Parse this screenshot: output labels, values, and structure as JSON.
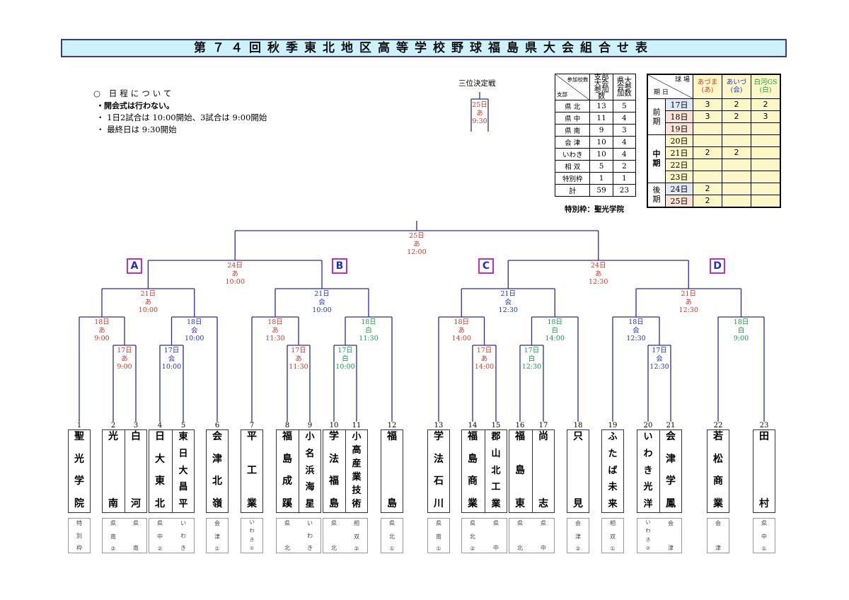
{
  "title": "第７４回秋季東北地区高等学校野球福島県大会組合せ表",
  "notes": {
    "heading": "○ 日程について",
    "items": [
      "・開会式は行わない。",
      "・ 1日2試合は 10:00開始、3試合は 9:00開始",
      "・ 最終日は 9:30開始"
    ]
  },
  "third_place": {
    "label": "三位決定戦",
    "day": "25日",
    "venue": "あ",
    "time": "9:30"
  },
  "participants": {
    "hdr_top": "参加校数",
    "hdr_left": "支部",
    "hdr2": "支部大会参加数",
    "hdr3": "県大会参加数",
    "rows": [
      {
        "name": "県 北",
        "schools": "13",
        "pref": "5"
      },
      {
        "name": "県 中",
        "schools": "11",
        "pref": "4"
      },
      {
        "name": "県 南",
        "schools": "9",
        "pref": "3"
      },
      {
        "name": "会 津",
        "schools": "10",
        "pref": "4"
      },
      {
        "name": "いわき",
        "schools": "10",
        "pref": "4"
      },
      {
        "name": "相 双",
        "schools": "5",
        "pref": "2"
      },
      {
        "name": "特別枠",
        "schools": "1",
        "pref": "1"
      }
    ],
    "total": {
      "name": "計",
      "schools": "59",
      "pref": "23"
    },
    "footnote": "特別枠：聖光学院"
  },
  "venues": {
    "hdr_top": "球 場",
    "hdr_left": "期 日",
    "cols": [
      {
        "name": "あづま",
        "abbr": "(あ)"
      },
      {
        "name": "あいづ",
        "abbr": "(会)"
      },
      {
        "name": "白河GS",
        "abbr": "(白)"
      }
    ],
    "periods": [
      {
        "name": "前期",
        "rows": [
          {
            "day": "17日",
            "v": [
              "3",
              "2",
              "2"
            ]
          },
          {
            "day": "18日",
            "v": [
              "3",
              "2",
              "3"
            ]
          },
          {
            "day": "19日",
            "v": [
              "",
              "",
              ""
            ]
          }
        ]
      },
      {
        "name": "中期",
        "rows": [
          {
            "day": "20日",
            "v": [
              "",
              "",
              ""
            ]
          },
          {
            "day": "21日",
            "v": [
              "2",
              "2",
              ""
            ]
          },
          {
            "day": "22日",
            "v": [
              "",
              "",
              ""
            ]
          },
          {
            "day": "23日",
            "v": [
              "",
              "",
              ""
            ]
          }
        ]
      },
      {
        "name": "後期",
        "rows": [
          {
            "day": "24日",
            "v": [
              "2",
              "",
              ""
            ]
          },
          {
            "day": "25日",
            "v": [
              "2",
              "",
              ""
            ]
          }
        ]
      }
    ]
  },
  "blocks": [
    "A",
    "B",
    "C",
    "D"
  ],
  "teams": [
    {
      "no": "1",
      "name": "聖光学院",
      "region": "特別枠"
    },
    {
      "no": "2",
      "name": "光南",
      "region": "県南②"
    },
    {
      "no": "3",
      "name": "白河",
      "region": "県南"
    },
    {
      "no": "4",
      "name": "日大東北",
      "region": "県中②"
    },
    {
      "no": "5",
      "name": "東日大昌平",
      "region": "いわき"
    },
    {
      "no": "6",
      "name": "会津北嶺",
      "region": "会津①"
    },
    {
      "no": "7",
      "name": "平工業",
      "region": "いわき①"
    },
    {
      "no": "8",
      "name": "福島成蹊",
      "region": "県北"
    },
    {
      "no": "9",
      "name": "小名浜海星",
      "region": "いわき"
    },
    {
      "no": "10",
      "name": "学法福島",
      "region": "県北"
    },
    {
      "no": "11",
      "name": "小高産業技術",
      "region": "相双②"
    },
    {
      "no": "12",
      "name": "福島",
      "region": "県北①"
    },
    {
      "no": "13",
      "name": "学法石川",
      "region": "県南①"
    },
    {
      "no": "14",
      "name": "福島商業",
      "region": "県北②"
    },
    {
      "no": "15",
      "name": "郡山北工業",
      "region": "県中"
    },
    {
      "no": "16",
      "name": "福島東",
      "region": "県北"
    },
    {
      "no": "17",
      "name": "尚志",
      "region": "県中"
    },
    {
      "no": "18",
      "name": "只見",
      "region": "会津②"
    },
    {
      "no": "19",
      "name": "ふたば未来",
      "region": "相双①"
    },
    {
      "no": "20",
      "name": "いわき光洋",
      "region": "いわき②"
    },
    {
      "no": "21",
      "name": "会津学鳳",
      "region": "会津"
    },
    {
      "no": "22",
      "name": "若松商業",
      "region": "会津"
    },
    {
      "no": "23",
      "name": "田村",
      "region": "県中①"
    }
  ],
  "games": [
    {
      "id": "g1",
      "day": "17日",
      "venue": "あ",
      "time": "9:00",
      "color": "red"
    },
    {
      "id": "g2",
      "day": "17日",
      "venue": "会",
      "time": "10:00",
      "color": "blue"
    },
    {
      "id": "g3",
      "day": "17日",
      "venue": "あ",
      "time": "11:30",
      "color": "red"
    },
    {
      "id": "g4",
      "day": "17日",
      "venue": "白",
      "time": "10:00",
      "color": "green"
    },
    {
      "id": "g5",
      "day": "17日",
      "venue": "あ",
      "time": "14:00",
      "color": "red"
    },
    {
      "id": "g6",
      "day": "17日",
      "venue": "白",
      "time": "12:30",
      "color": "green"
    },
    {
      "id": "g7",
      "day": "17日",
      "venue": "会",
      "time": "12:30",
      "color": "blue"
    },
    {
      "id": "h1",
      "day": "18日",
      "venue": "あ",
      "time": "9:00",
      "color": "red"
    },
    {
      "id": "h2",
      "day": "18日",
      "venue": "会",
      "time": "10:00",
      "color": "blue"
    },
    {
      "id": "h3",
      "day": "18日",
      "venue": "あ",
      "time": "11:30",
      "color": "red"
    },
    {
      "id": "h4",
      "day": "18日",
      "venue": "白",
      "time": "11:30",
      "color": "green"
    },
    {
      "id": "h5",
      "day": "18日",
      "venue": "あ",
      "time": "14:00",
      "color": "red"
    },
    {
      "id": "h6",
      "day": "18日",
      "venue": "白",
      "time": "14:00",
      "color": "green"
    },
    {
      "id": "h7",
      "day": "18日",
      "venue": "会",
      "time": "12:30",
      "color": "blue"
    },
    {
      "id": "h8",
      "day": "18日",
      "venue": "白",
      "time": "9:00",
      "color": "green"
    },
    {
      "id": "q1",
      "day": "21日",
      "venue": "あ",
      "time": "10:00",
      "color": "red"
    },
    {
      "id": "q2",
      "day": "21日",
      "venue": "会",
      "time": "10:00",
      "color": "blue"
    },
    {
      "id": "q3",
      "day": "21日",
      "venue": "会",
      "time": "12:30",
      "color": "blue"
    },
    {
      "id": "q4",
      "day": "21日",
      "venue": "あ",
      "time": "12:30",
      "color": "red"
    },
    {
      "id": "s1",
      "day": "24日",
      "venue": "あ",
      "time": "10:00",
      "color": "red"
    },
    {
      "id": "s2",
      "day": "24日",
      "venue": "あ",
      "time": "12:30",
      "color": "red"
    },
    {
      "id": "f",
      "day": "25日",
      "venue": "あ",
      "time": "12:00",
      "color": "red"
    }
  ],
  "colors": {
    "red": "#d13a2c",
    "blue": "#2233cc",
    "green": "#1a9b4a",
    "line": "#2a2aa8",
    "title_bg": "#cdf2fb"
  }
}
